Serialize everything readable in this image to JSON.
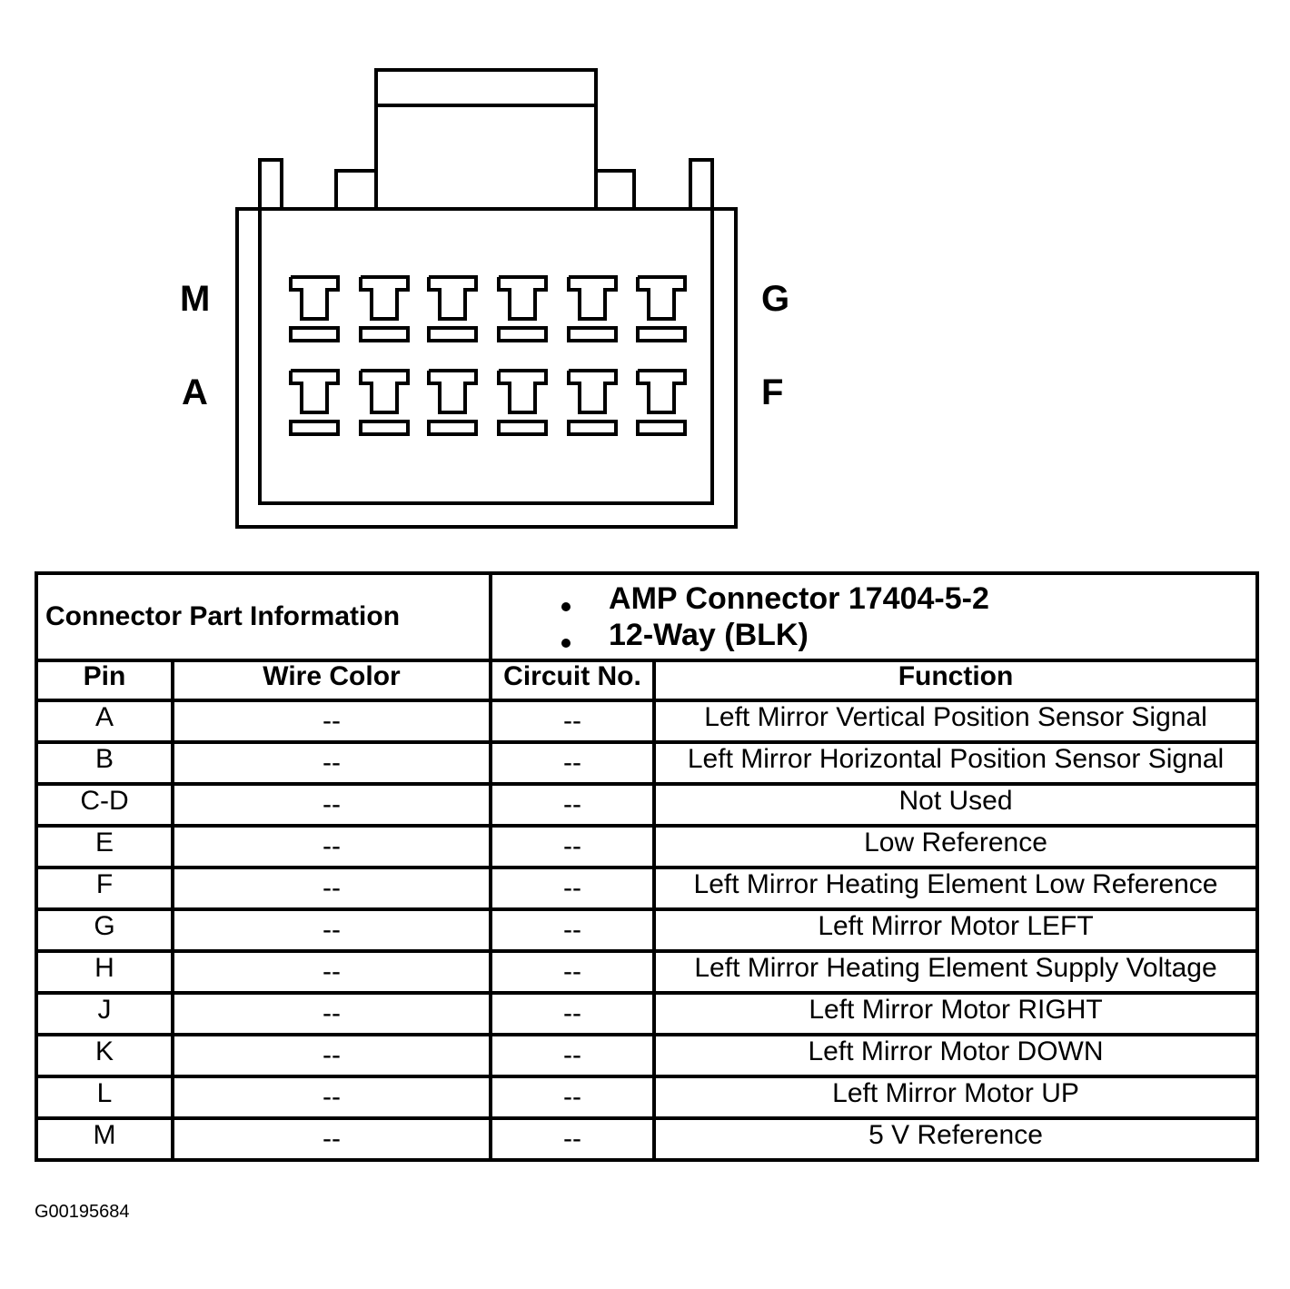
{
  "connector": {
    "labels": {
      "top_left": "M",
      "top_right": "G",
      "bottom_left": "A",
      "bottom_right": "F"
    }
  },
  "part_info": {
    "title": "Connector Part Information",
    "items": [
      "AMP Connector 17404-5-2",
      "12-Way (BLK)"
    ]
  },
  "columns": {
    "pin": "Pin",
    "wire_color": "Wire Color",
    "circuit_no": "Circuit No.",
    "function": "Function"
  },
  "rows": [
    {
      "pin": "A",
      "wire_color": "--",
      "circuit_no": "--",
      "function": "Left Mirror Vertical Position Sensor Signal"
    },
    {
      "pin": "B",
      "wire_color": "--",
      "circuit_no": "--",
      "function": "Left Mirror Horizontal Position Sensor Signal"
    },
    {
      "pin": "C-D",
      "wire_color": "--",
      "circuit_no": "--",
      "function": "Not Used"
    },
    {
      "pin": "E",
      "wire_color": "--",
      "circuit_no": "--",
      "function": "Low Reference"
    },
    {
      "pin": "F",
      "wire_color": "--",
      "circuit_no": "--",
      "function": "Left Mirror Heating Element Low Reference"
    },
    {
      "pin": "G",
      "wire_color": "--",
      "circuit_no": "--",
      "function": "Left Mirror Motor LEFT"
    },
    {
      "pin": "H",
      "wire_color": "--",
      "circuit_no": "--",
      "function": "Left Mirror Heating Element Supply Voltage"
    },
    {
      "pin": "J",
      "wire_color": "--",
      "circuit_no": "--",
      "function": "Left Mirror Motor RIGHT"
    },
    {
      "pin": "K",
      "wire_color": "--",
      "circuit_no": "--",
      "function": "Left Mirror Motor DOWN"
    },
    {
      "pin": "L",
      "wire_color": "--",
      "circuit_no": "--",
      "function": "Left Mirror Motor UP"
    },
    {
      "pin": "M",
      "wire_color": "--",
      "circuit_no": "--",
      "function": "5 V Reference"
    }
  ],
  "figure_id": "G00195684"
}
